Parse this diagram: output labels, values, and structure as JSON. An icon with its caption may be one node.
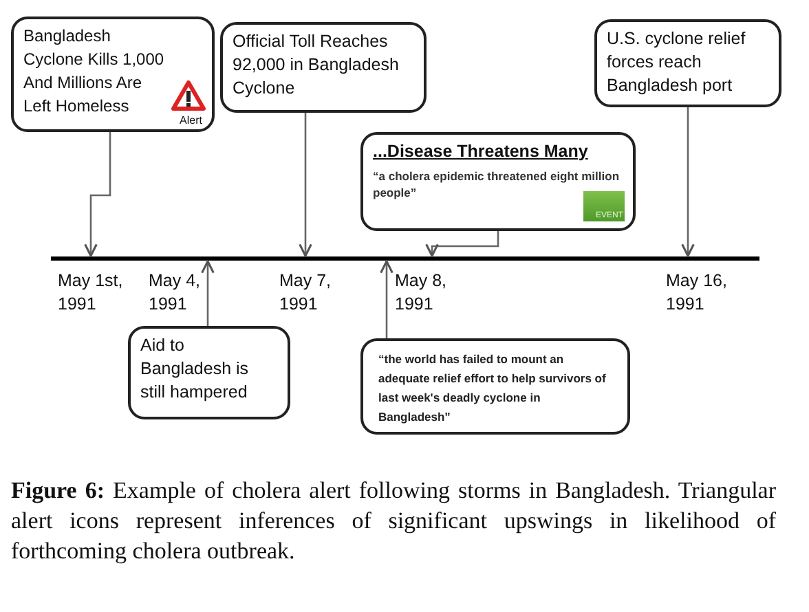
{
  "diagram": {
    "caption": "**Figure 6:** Example of cholera alert following storms in Bangladesh. Triangular alert icons represent inferences of significant upswings in likelihood of forthcoming cholera outbreak.",
    "nodes": [
      {
        "text": [
          "Bangladesh Cyclone Kills 1,000 And Millions Are Left Homeless",
          "Alert"
        ]
      },
      {
        "text": [
          "Official Toll Reaches 92,000 in Bangladesh Cyclone"
        ]
      },
      {
        "text": [
          "...Disease Threatens Many",
          "“a cholera epidemic threatened eight million people”",
          "EVENT"
        ]
      },
      {
        "text": [
          "U.S. cyclone relief forces reach Bangladesh port"
        ]
      },
      {
        "text": [
          "Aid to Bangladesh is still hampered"
        ]
      },
      {
        "text": [
          "“the world has failed to mount an adequate relief effort to help survivors of last week's deadly cyclone in Bangladesh”"
        ]
      },
      {
        "text": [],
        "shape": "line"
      }
    ],
    "edges": [
      {
        "from": 0,
        "to": 6,
        "arrow": "to"
      },
      {
        "from": 1,
        "to": 6,
        "arrow": "to"
      },
      {
        "from": 2,
        "to": 6,
        "arrow": "to"
      },
      {
        "from": 3,
        "to": 6,
        "arrow": "to"
      },
      {
        "from": 4,
        "to": 6,
        "arrow": "to"
      },
      {
        "from": 5,
        "to": 6,
        "arrow": "to"
      }
    ],
    "labels": [
      "May 1st, 1991",
      "May 4, 1991",
      "May 7, 1991",
      "May 8, 1991",
      "May 16, 1991"
    ]
  }
}
